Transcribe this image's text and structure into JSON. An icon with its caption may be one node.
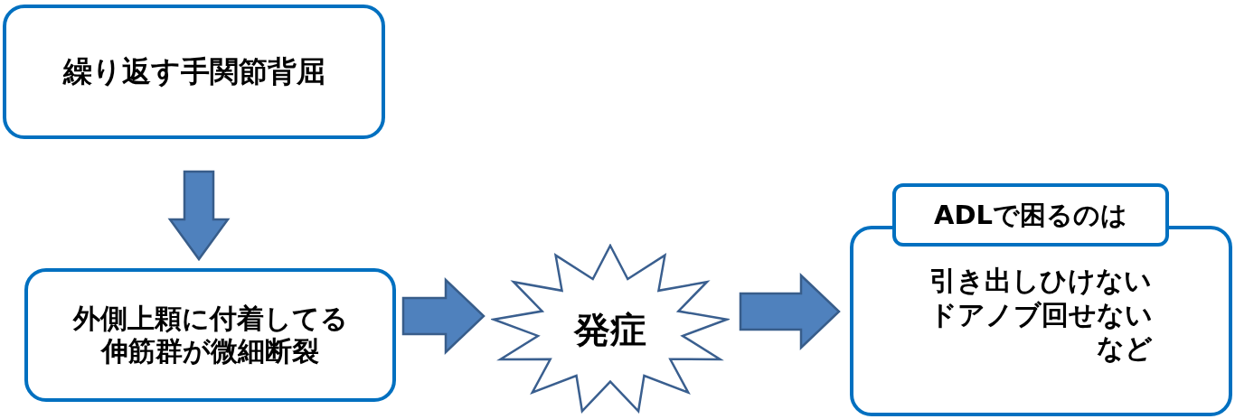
{
  "diagram": {
    "nodes": [
      {
        "text": [
          "繰り返す手関節背屈"
        ]
      },
      {
        "text": [
          "外側上顆に付着してる伸筋群が微細断裂"
        ]
      },
      {
        "text": [
          "発症"
        ]
      },
      {
        "text": [
          "ADLで困るのは"
        ]
      },
      {
        "text": [
          "引き出しひけない",
          "ドアノブ回せない",
          "など"
        ]
      }
    ],
    "edges": [
      {
        "from": 0,
        "to": 1,
        "arrow": "to"
      },
      {
        "from": 1,
        "to": 2,
        "arrow": "to"
      },
      {
        "from": 2,
        "to": 4,
        "arrow": "to"
      }
    ]
  }
}
